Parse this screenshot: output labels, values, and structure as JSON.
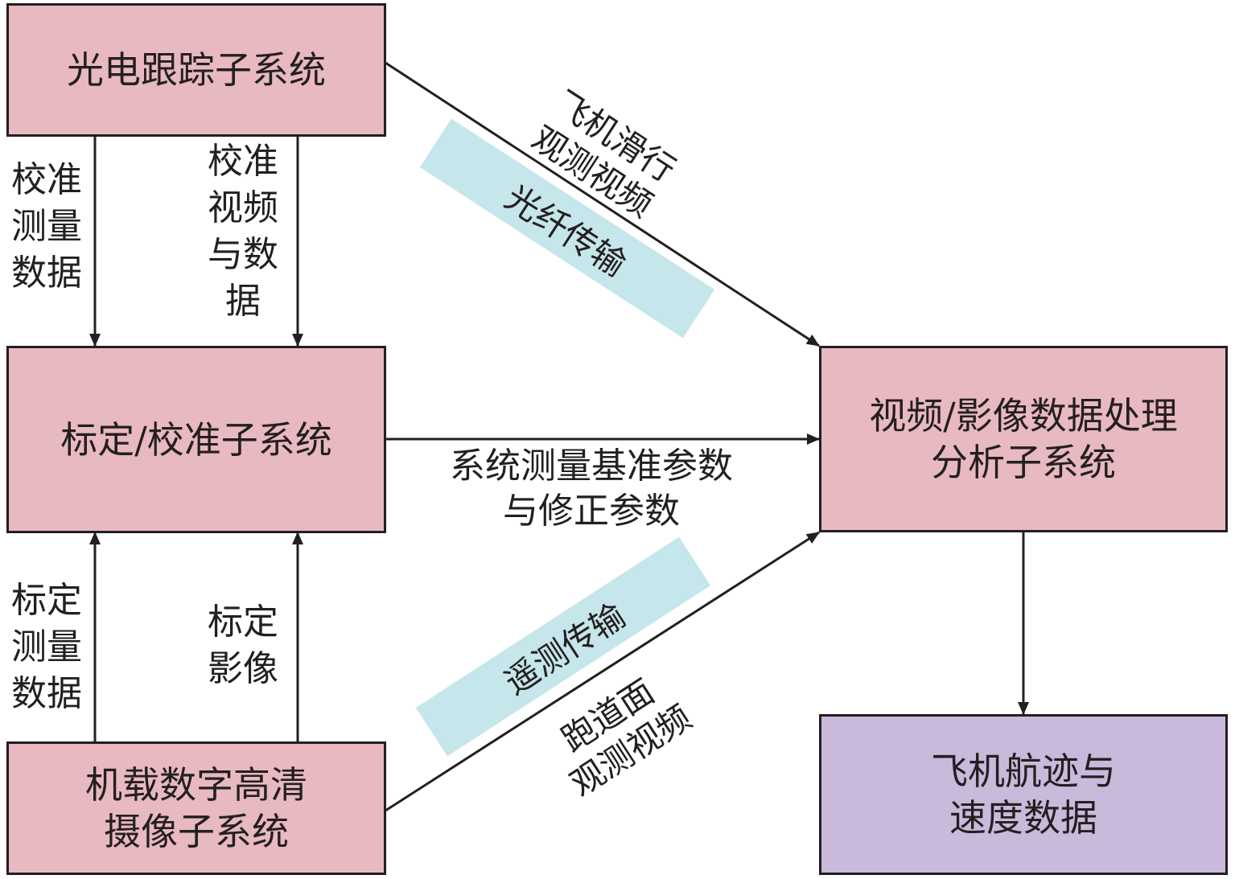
{
  "boxes": {
    "tracking": "光电跟踪子系统",
    "calibration": "标定/校准子系统",
    "camera": [
      "机载数字高清",
      "摄像子系统"
    ],
    "processing": [
      "视频/影像数据处理",
      "分析子系统"
    ],
    "output": [
      "飞机航迹与",
      "速度数据"
    ]
  },
  "labels": {
    "calib_measure_data": [
      "校准",
      "测量",
      "数据"
    ],
    "calib_video_data": [
      "校准",
      "视频",
      "与数",
      "据"
    ],
    "cal_measure_data": [
      "标定",
      "测量",
      "数据"
    ],
    "cal_image": [
      "标定",
      "影像"
    ],
    "ref_params": [
      "系统测量基准参数",
      "与修正参数"
    ],
    "taxi_video": [
      "飞机滑行",
      "观测视频"
    ],
    "runway_video": [
      "跑道面",
      "观测视频"
    ],
    "fiber": "光纤传输",
    "telemetry": "遥测传输"
  },
  "colors": {
    "box_pink": "#e8b9c0",
    "box_purple": "#c9b9db",
    "band_cyan": "#c5e6ea",
    "line": "#231f20"
  }
}
